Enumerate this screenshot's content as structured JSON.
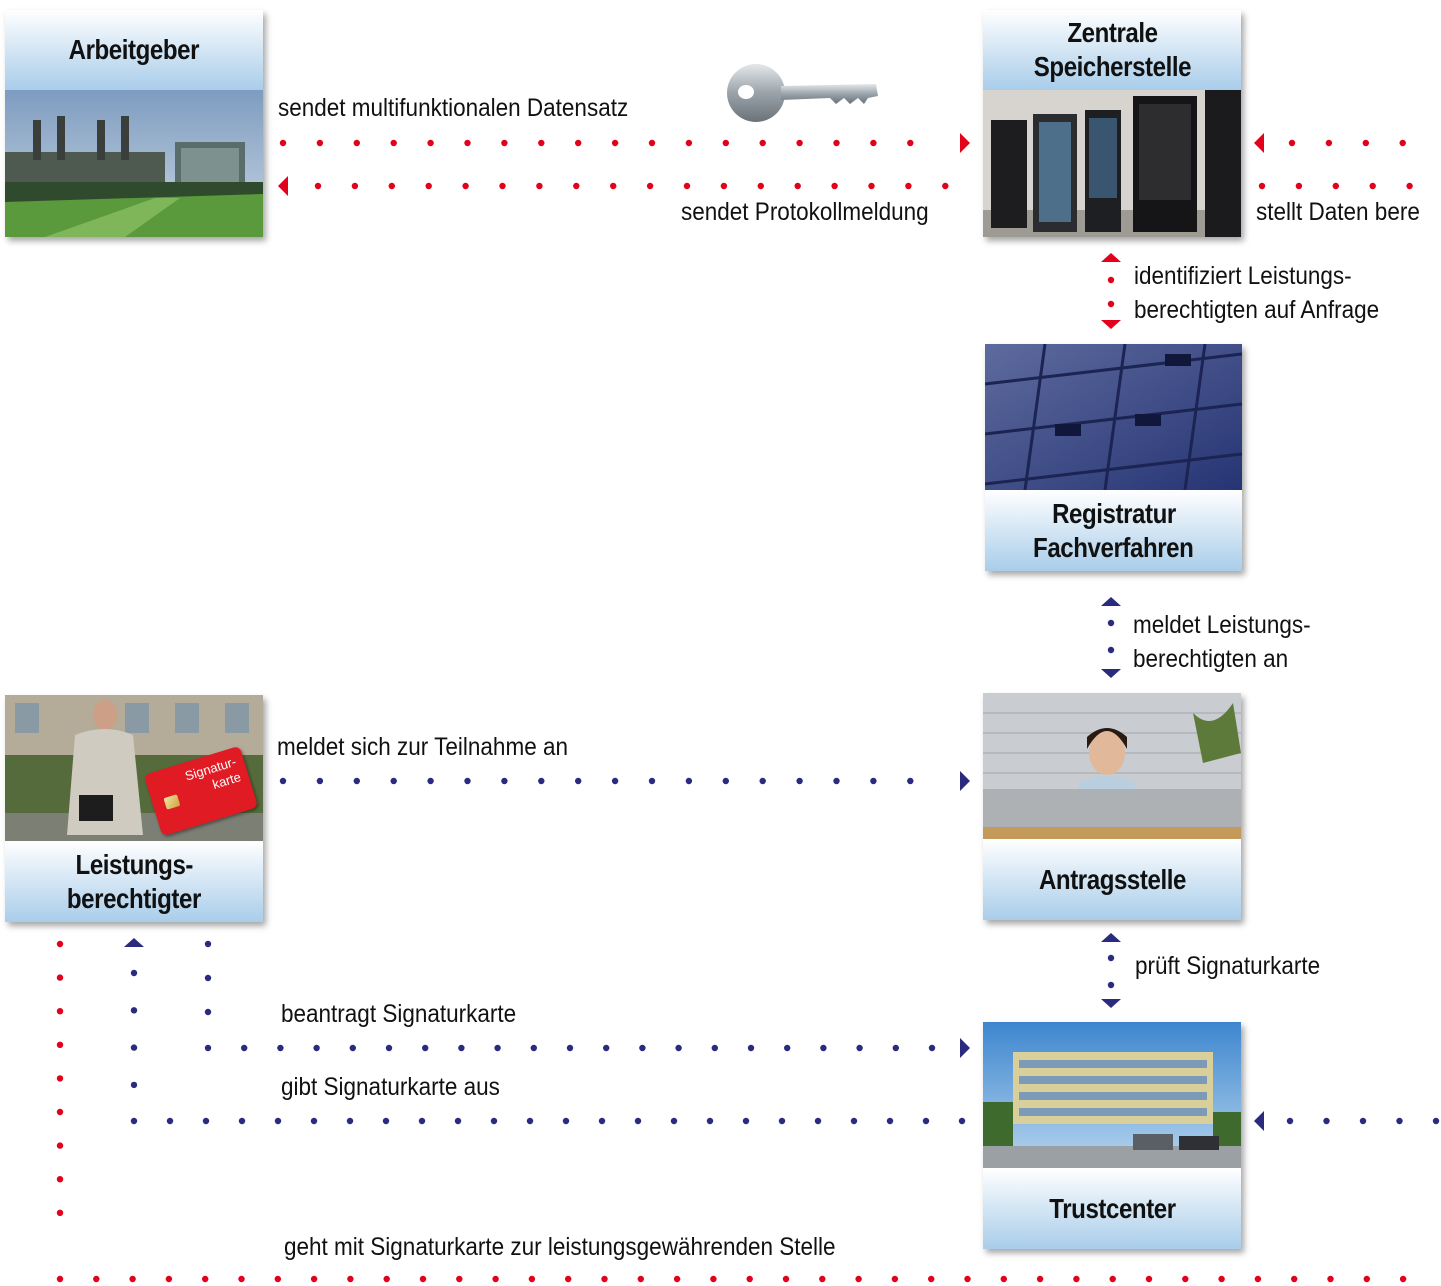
{
  "colors": {
    "red": "#e3001b",
    "blue": "#2a2a7e",
    "header_top": "#ffffff",
    "header_bottom": "#a9cdea"
  },
  "nodes": {
    "arbeitgeber": "Arbeitgeber",
    "speicherstelle_1": "Zentrale",
    "speicherstelle_2": "Speicherstelle",
    "registratur_1": "Registratur",
    "registratur_2": "Fachverfahren",
    "antragsstelle": "Antragsstelle",
    "leistung_1": "Leistungs-",
    "leistung_2": "berechtigter",
    "trustcenter": "Trustcenter",
    "card_text_1": "Signatur-",
    "card_text_2": "karte"
  },
  "edges": {
    "sendet_datensatz": "sendet multifunktionalen  Datensatz",
    "sendet_protokoll": "sendet Protokollmeldung",
    "stellt_daten": "stellt Daten bere",
    "identifiziert_1": "identifiziert Leistungs-",
    "identifiziert_2": "berechtigten auf Anfrage",
    "meldet_lb_1": "meldet Leistungs-",
    "meldet_lb_2": "berechtigten an",
    "meldet_teilnahme": "meldet sich zur Teilnahme an",
    "prueft": "prüft Signaturkarte",
    "beantragt": "beantragt Signaturkarte",
    "gibt_aus": "gibt Signaturkarte aus",
    "geht_mit": "geht mit Signaturkarte zur leistungsgewährenden Stelle"
  },
  "icons": {
    "key": "key-icon",
    "chip": "chip-icon"
  }
}
